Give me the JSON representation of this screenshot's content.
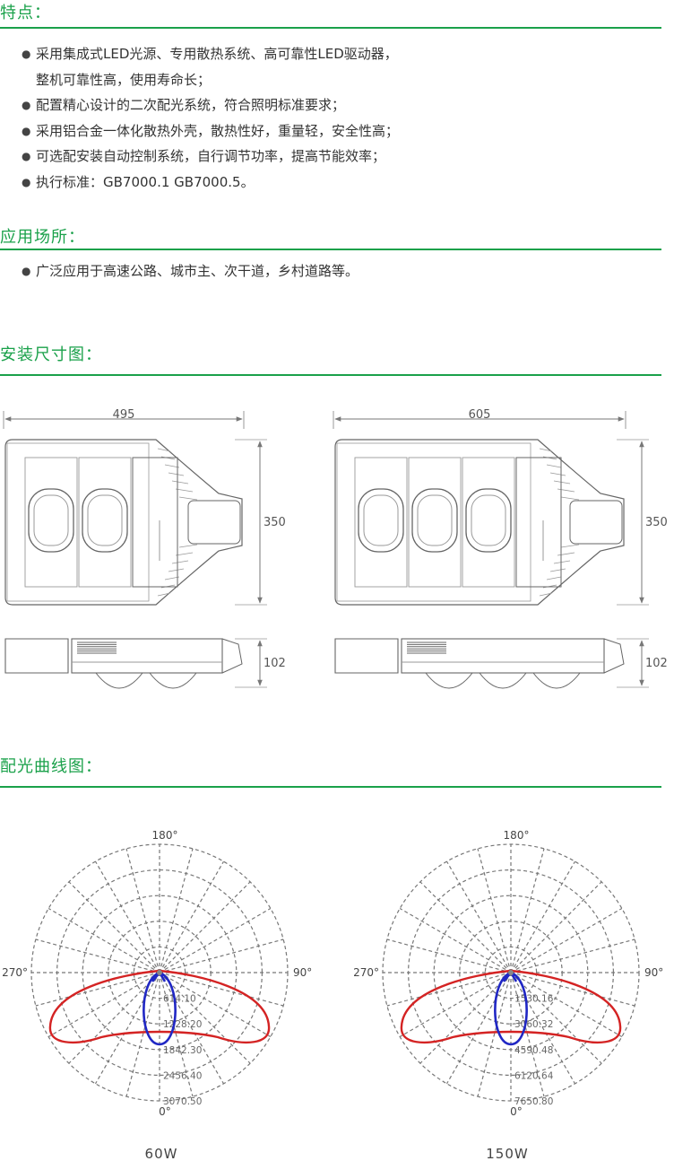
{
  "features": {
    "title": "特点：",
    "bullets": [
      [
        "采用集成式LED光源、专用散热系统、高可靠性LED驱动器，",
        "整机可靠性高，使用寿命长；"
      ],
      [
        "配置精心设计的二次配光系统，符合照明标准要求；"
      ],
      [
        "采用铝合金一体化散热外壳，散热性好，重量轻，安全性高；"
      ],
      [
        "可选配安装自动控制系统，自行调节功率，提高节能效率；"
      ],
      [
        "执行标准：GB7000.1  GB7000.5。"
      ]
    ],
    "bullet_glyph": "●"
  },
  "applications": {
    "title": "应用场所：",
    "bullets": [
      [
        "广泛应用于高速公路、城市主、次干道，乡村道路等。"
      ]
    ]
  },
  "dimensions": {
    "title": "安装尺寸图：",
    "small": {
      "width": "495",
      "depth": "350",
      "height": "102",
      "lenses": 2
    },
    "large": {
      "width": "605",
      "depth": "350",
      "height": "102",
      "lenses": 3
    }
  },
  "distribution": {
    "title": "配光曲线图：",
    "angle_labels": {
      "top": "180°",
      "bottom": "0°",
      "left": "270°",
      "right": "90°"
    },
    "curve_colors": {
      "c0": "#2027c4",
      "c90": "#d42323"
    },
    "charts": [
      {
        "wattage": "60W",
        "rings": [
          "614.10",
          "1228.20",
          "1842.30",
          "2456.40",
          "3070.50"
        ]
      },
      {
        "wattage": "150W",
        "rings": [
          "1530.16",
          "3060.32",
          "4590.48",
          "6120.64",
          "7650.80"
        ]
      }
    ]
  }
}
